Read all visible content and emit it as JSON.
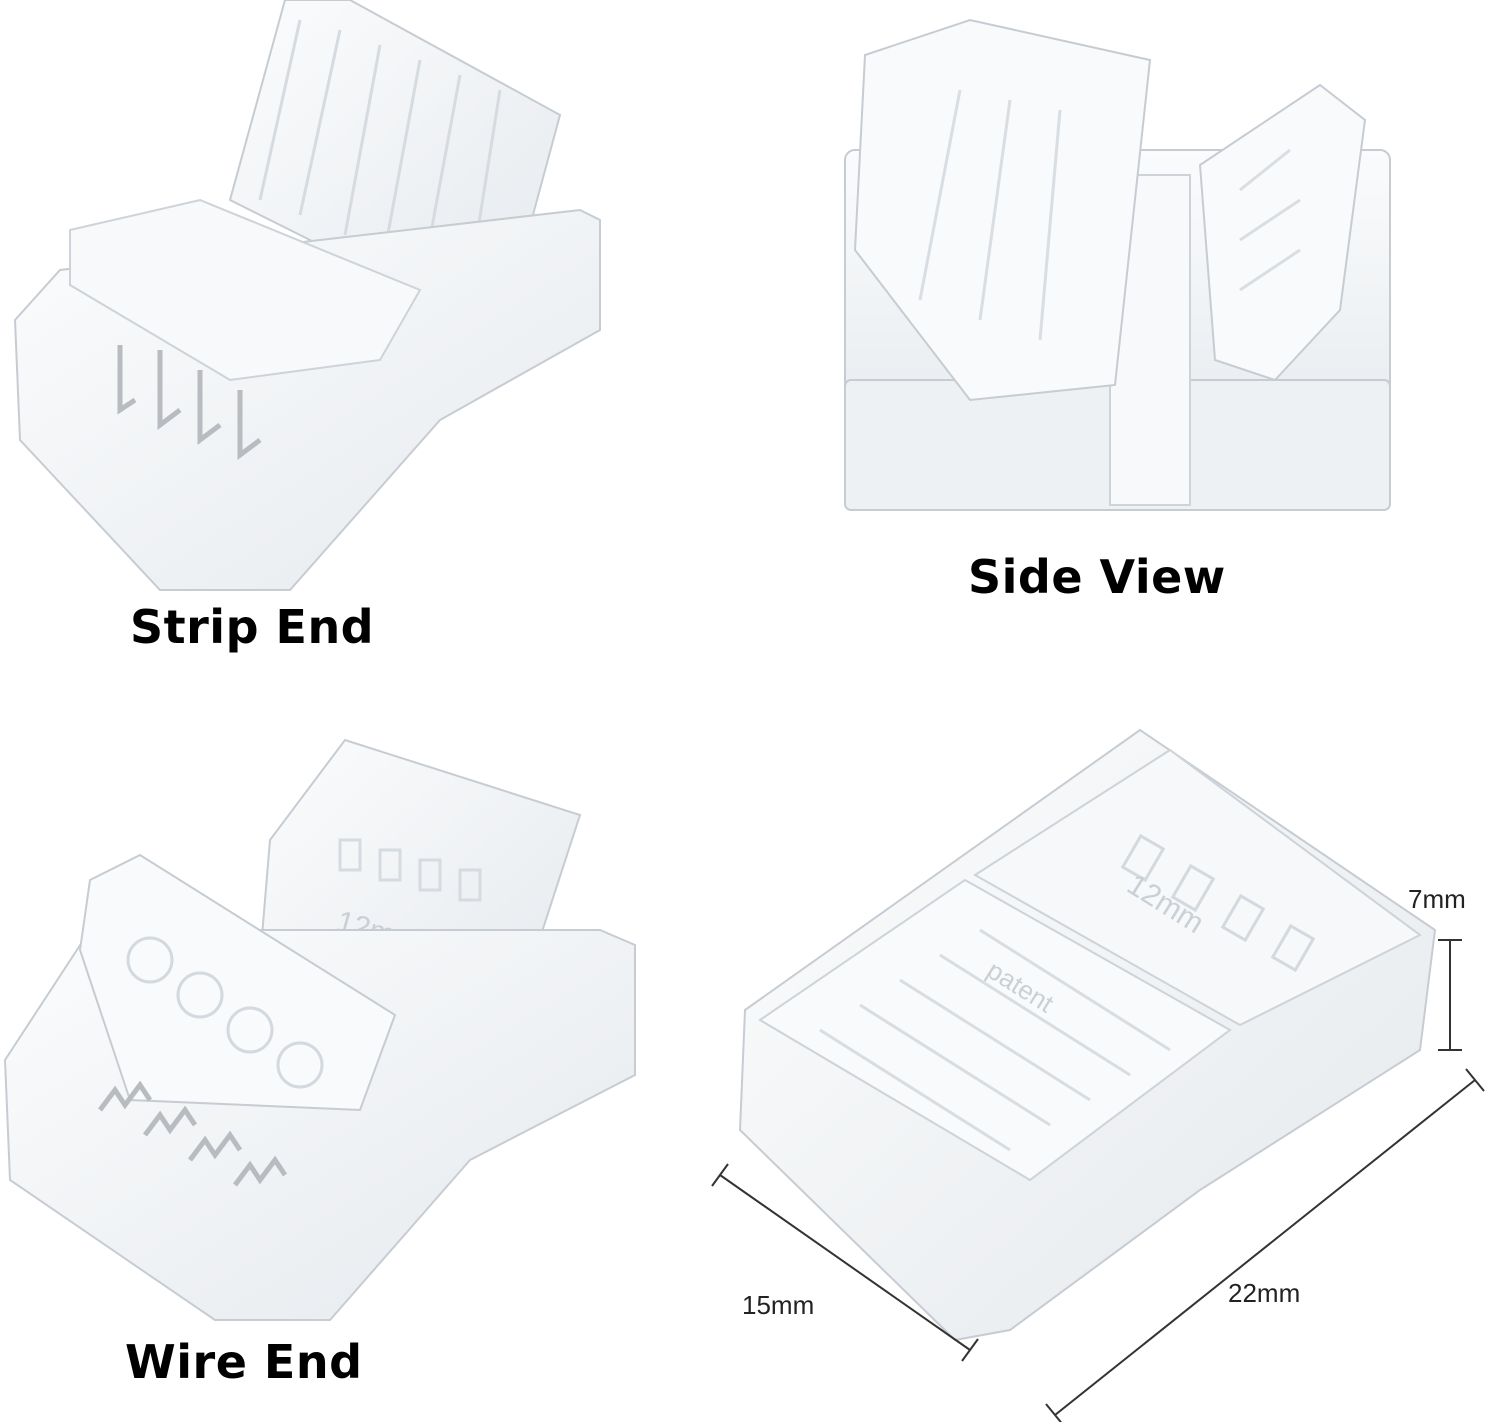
{
  "captions": {
    "strip_end": "Strip End",
    "side_view": "Side View",
    "wire_end": "Wire End"
  },
  "dimensions": {
    "height": "7mm",
    "width": "15mm",
    "length": "22mm"
  },
  "embossed_text": {
    "patent": "patent",
    "size": "12mm"
  },
  "colors": {
    "plastic_fill": "#f4f6f8",
    "plastic_edge": "#c6ccd2",
    "pin_metal": "#b8bcc0",
    "text": "#000000"
  }
}
